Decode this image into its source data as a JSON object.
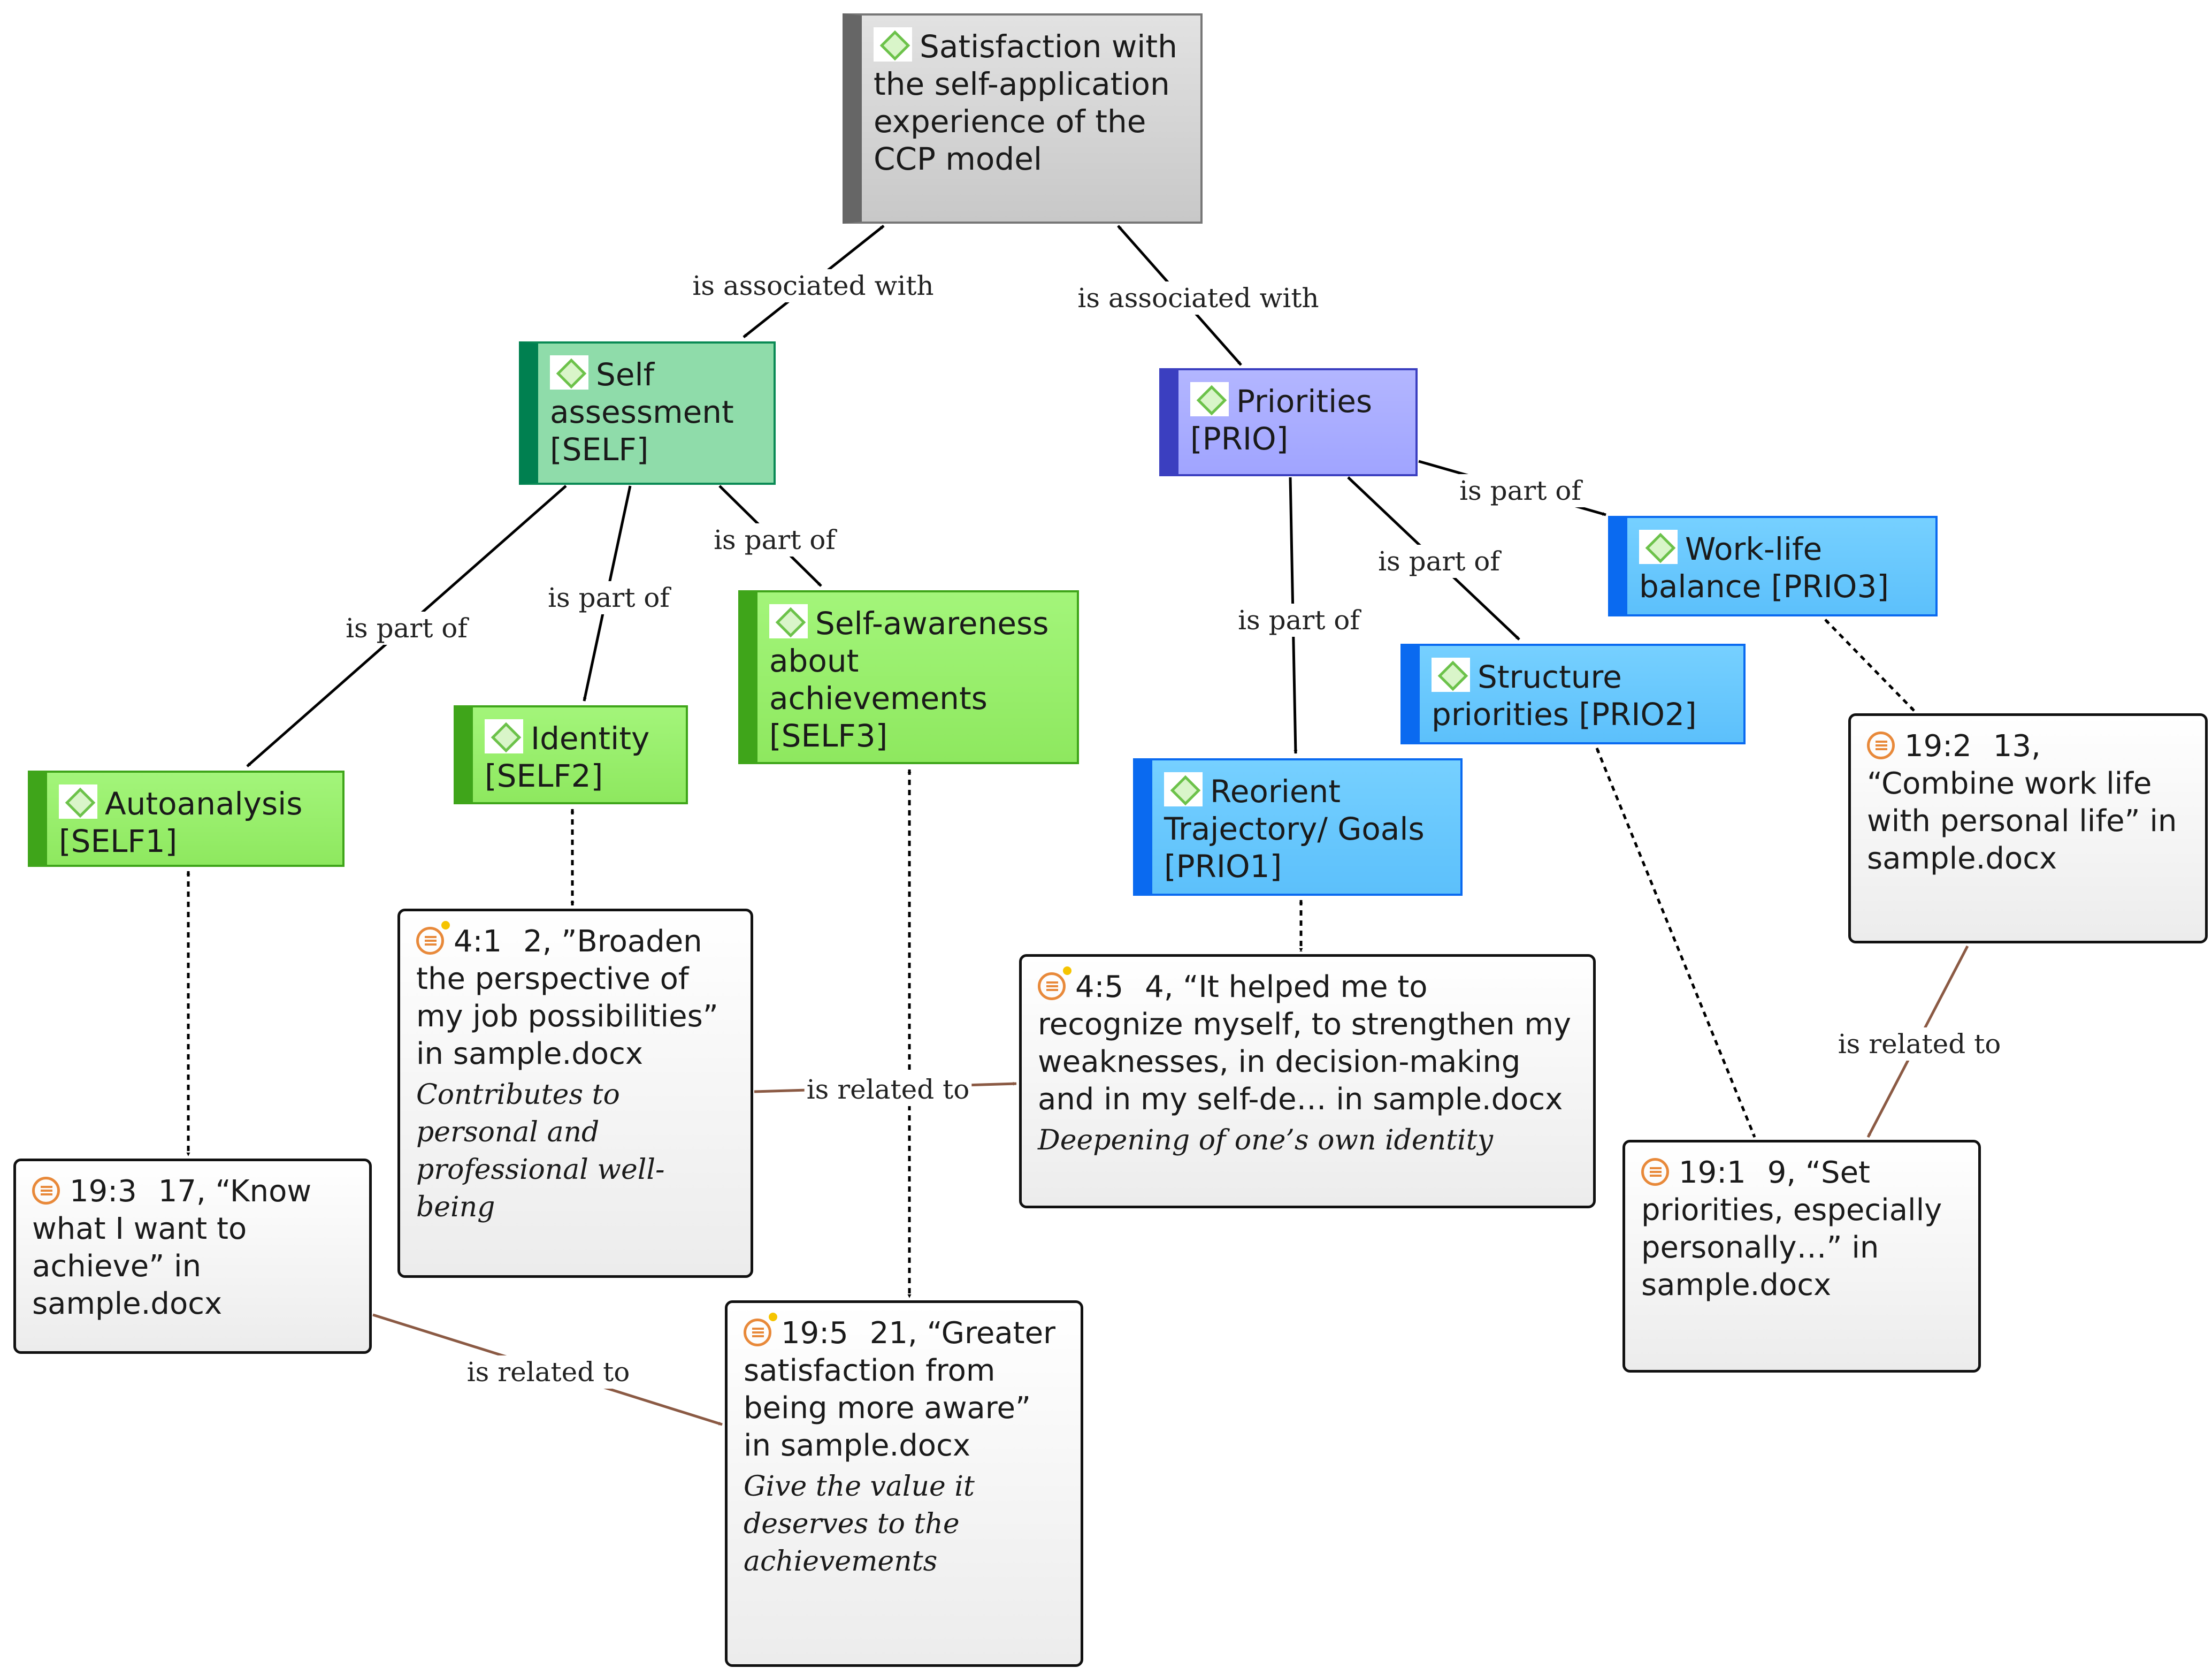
{
  "nodes": {
    "satisfaction": {
      "title": "Satisfaction with the self-application experience of the CCP model",
      "color": "#d3d3d3",
      "border": "#777777",
      "bar": "#666666"
    },
    "self": {
      "title": "Self assessment [SELF]",
      "color": "#8fdcaa",
      "border": "#0a8a55",
      "bar": "#008050"
    },
    "priorities": {
      "title": "Priorities [PRIO]",
      "color": "#a9adff",
      "border": "#3b3fc0",
      "bar": "#3b3fc0"
    },
    "autoanalysis": {
      "title": "Autoanalysis [SELF1]",
      "color": "#96ee6a",
      "border": "#3fa51a",
      "bar": "#3fa51a"
    },
    "identity": {
      "title": "Identity [SELF2]",
      "color": "#96ee6a",
      "border": "#3fa51a",
      "bar": "#3fa51a"
    },
    "self_awareness": {
      "title": "Self-awareness about achievements [SELF3]",
      "color": "#96ee6a",
      "border": "#3fa51a",
      "bar": "#3fa51a"
    },
    "reorient": {
      "title": "Reorient Trajectory/ Goals [PRIO1]",
      "color": "#66c8ff",
      "border": "#0a6af0",
      "bar": "#0a6af0"
    },
    "structure": {
      "title": "Structure priorities [PRIO2]",
      "color": "#66c8ff",
      "border": "#0a6af0",
      "bar": "#0a6af0"
    },
    "worklife": {
      "title": "Work-life balance [PRIO3]",
      "color": "#66c8ff",
      "border": "#0a6af0",
      "bar": "#0a6af0"
    }
  },
  "quotes": {
    "q4_1": {
      "id": "4:1",
      "line": "2,",
      "text": "”Broaden the perspective of my job possibilities” in sample.docx",
      "comment": "Contributes to personal and professional well-being"
    },
    "q4_5": {
      "id": "4:5",
      "line": "4,",
      "text": "“It helped me to recognize myself, to strengthen my weaknesses, in decision-making and in my self-de… in sample.docx",
      "comment": "Deepening of one’s own identity"
    },
    "q19_2": {
      "id": "19:2",
      "line": "13,",
      "text": "“Combine work life with personal life” in sample.docx",
      "comment": ""
    },
    "q19_3": {
      "id": "19:3",
      "line": "17,",
      "text": "“Know what I want to achieve” in sample.docx",
      "comment": ""
    },
    "q19_5": {
      "id": "19:5",
      "line": "21,",
      "text": "“Greater satisfaction from being more aware” in sample.docx",
      "comment": "Give the value it deserves to the achievements"
    },
    "q19_1": {
      "id": "19:1",
      "line": "9,",
      "text": "“Set priorities, especially personally…” in sample.docx",
      "comment": ""
    }
  },
  "edge_labels": {
    "associated_left": "is associated with",
    "associated_right": "is associated with",
    "part_self1": "is part of",
    "part_self2": "is part of",
    "part_self3": "is part of",
    "part_prio1": "is part of",
    "part_prio2": "is part of",
    "part_prio3": "is part of",
    "related_1": "is related to",
    "related_2": "is related to",
    "related_3": "is related to"
  },
  "colors": {
    "relation_line": "#8b5a44",
    "link_line": "#000000",
    "quote_icon": "#e8893a",
    "code_icon": "#6cc24a",
    "memo_dot": "#f5c400"
  }
}
